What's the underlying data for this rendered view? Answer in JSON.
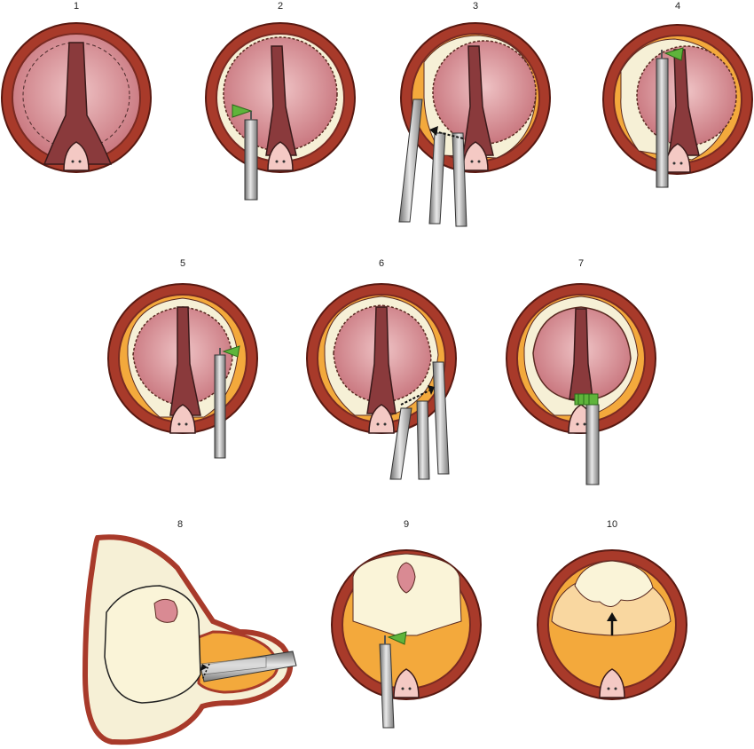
{
  "panels": [
    {
      "label": "1"
    },
    {
      "label": "2"
    },
    {
      "label": "3"
    },
    {
      "label": "4"
    },
    {
      "label": "5"
    },
    {
      "label": "6"
    },
    {
      "label": "7"
    },
    {
      "label": "8"
    },
    {
      "label": "9"
    },
    {
      "label": "10"
    }
  ],
  "colors": {
    "outer_rim": "#a83a2a",
    "rim_mid": "#d9614a",
    "mucosa": "#d98a93",
    "septum": "#8a3a3c",
    "submucosa": "#f6f0d6",
    "fat": "#f3a93c",
    "papilla": "#f4c9c4",
    "instrument": "#9a9a9a",
    "clip_green": "#5fb43b"
  }
}
